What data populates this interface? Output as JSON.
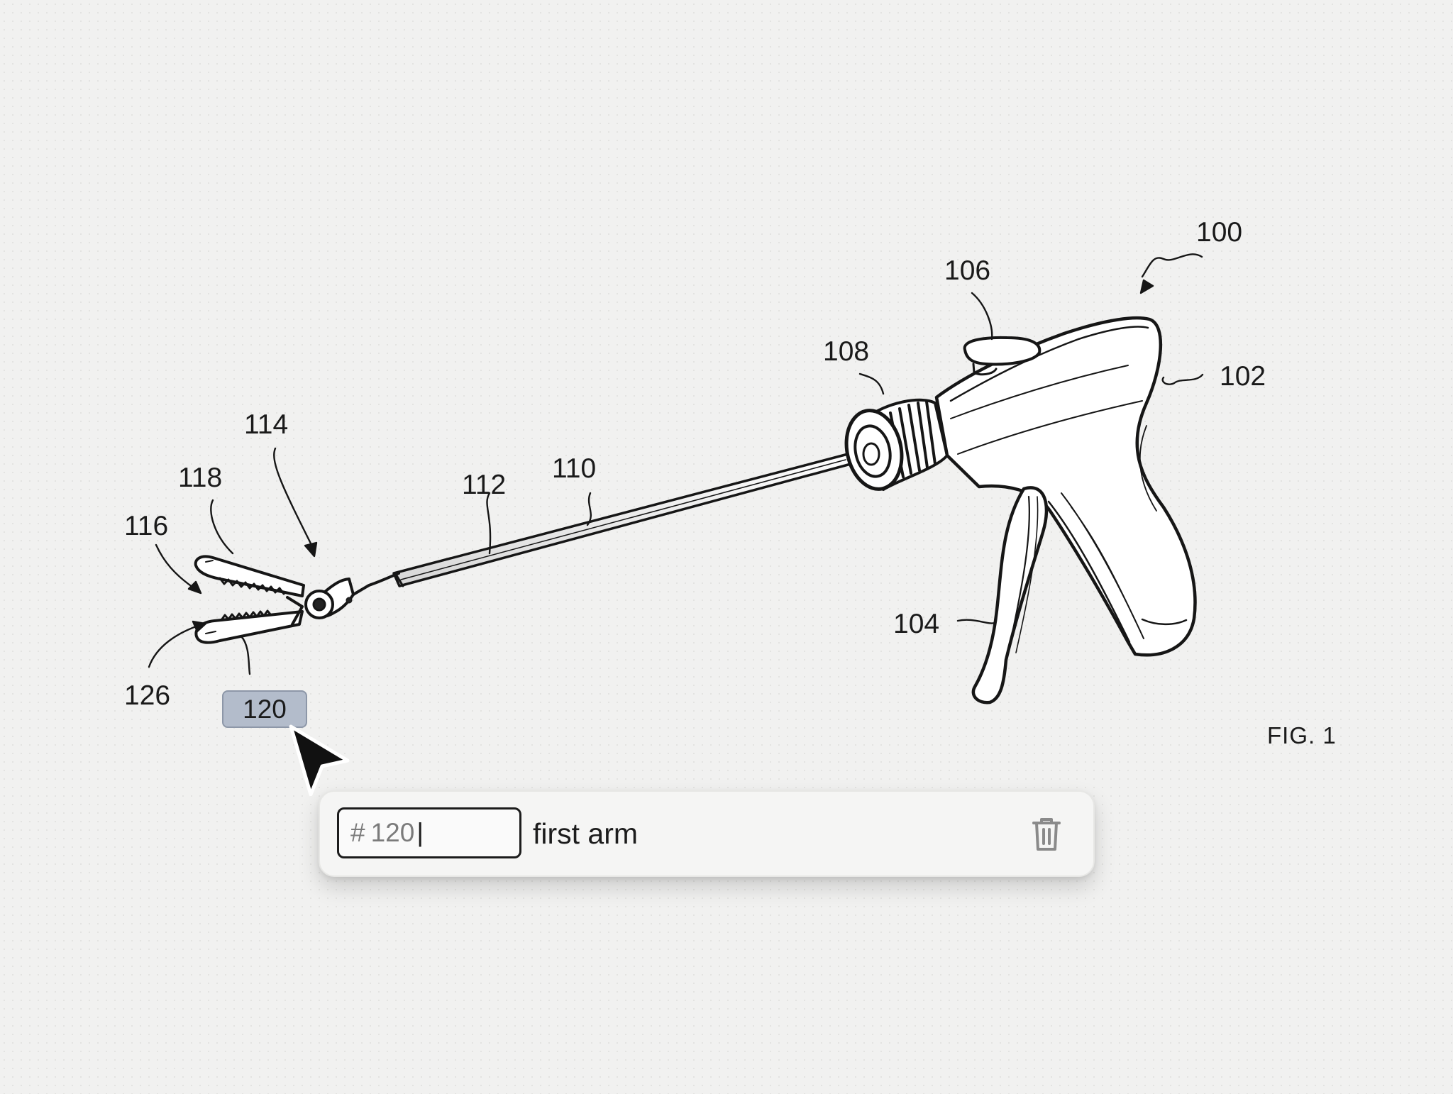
{
  "figure": {
    "title": "FIG. 1",
    "reference_numerals": {
      "n100": "100",
      "n102": "102",
      "n104": "104",
      "n106": "106",
      "n108": "108",
      "n110": "110",
      "n112": "112",
      "n114": "114",
      "n116": "116",
      "n118": "118",
      "n126": "126"
    },
    "selected_tag": "120"
  },
  "editor": {
    "hash_symbol": "#",
    "number_value": "120",
    "label_value": "first arm",
    "delete_icon": "trash-icon"
  }
}
